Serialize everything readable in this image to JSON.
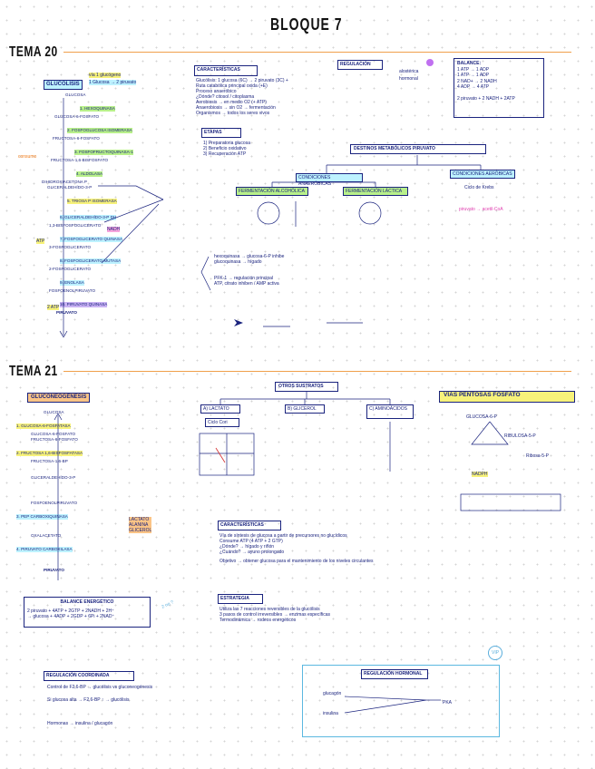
{
  "title": "BLOQUE 7",
  "tema20": {
    "heading": "TEMA 20",
    "glucolisis": {
      "title": "GLUCÓLISIS",
      "tag1": "vía 1 glucógeno",
      "tag2": "1 Glucosa → 2 piruvato",
      "steps": [
        "GLUCOSA",
        "1. HEXOQUINASA",
        "GLUCOSA-6-FOSFATO",
        "2. FOSFOGLUCOSA ISOMERASA",
        "FRUCTOSA-6-FOSFATO",
        "3. FOSFOFRUCTOQUINASA-1",
        "FRUCTOSA-1,6-BISFOSFATO",
        "4. ALDOLASA",
        "DIHIDROXIACETONA P",
        "GLICERALDEHÍDO-3-P",
        "5. TRIOSA P ISOMERASA",
        "6. GLICERALDEHÍDO-3-P DH",
        "1,3-BISFOSFOGLICERATO",
        "7. FOSFOGLICERATO QUINASA",
        "3-FOSFOGLICERATO",
        "8. FOSFOGLICERATO MUTASA",
        "2-FOSFOGLICERATO",
        "9. ENOLASA",
        "FOSFOENOLPIRUVATO",
        "10. PIRUVATO QUINASA",
        "PIRUVATO"
      ],
      "side_labels": [
        "consumo",
        "ATP",
        "NADH",
        "2 ATP"
      ]
    },
    "caracteristicas": {
      "title": "CARACTERÍSTICAS",
      "items": [
        "Glucólisis: 1 glucosa (6C) → 2 piruvato (3C) +",
        "Ruta catabólica principal oxida (+E)",
        "Proceso anaeróbico",
        "¿Dónde? citosol / citoplasma",
        "Aerobiosis → en medio O2 (+ ATP)",
        "Anaerobiosis → sin O2 → fermentación",
        "Organismos → todos los seres vivos"
      ]
    },
    "regulacion": {
      "title": "REGULACIÓN",
      "items": [
        "alostérica",
        "hormonal"
      ]
    },
    "balance": {
      "title": "BALANCE:",
      "items": [
        "1 ATP → 1 ADP",
        "1 ATP → 1 ADP",
        "2 NAD+ → 2 NADH",
        "4 ADP → 4 ATP",
        "2 piruvato + 2 NADH + 2ATP"
      ]
    },
    "etapas": {
      "title": "ETAPAS",
      "items": [
        "1) Preparatoria glucosa",
        "2) Beneficio oxidativo",
        "3) Recuperación ATP"
      ]
    },
    "destinos": {
      "title": "DESTINOS METABÓLICOS PIRUVATO",
      "sub": [
        "CONDICIONES ANAERÓBICAS",
        "FERMENTACIÓN ALCOHÓLICA",
        "FERMENTACIÓN LÁCTICA",
        "CONDICIONES AERÓBICAS"
      ],
      "extra": [
        "Ciclo de Krebs",
        "piruvato → acetil-CoA"
      ]
    },
    "notes": [
      "hexoquinasa → glucosa-6-P inhibe",
      "glucoquinasa → hígado",
      "PFK-1 → regulación principal",
      "ATP, citrato inhiben / AMP activa"
    ]
  },
  "tema21": {
    "heading": "TEMA 21",
    "gluconeogenesis": {
      "title": "GLUCONEOGÉNESIS",
      "steps": [
        "GLUCOSA",
        "1. GLUCOSA-6-FOSFATASA",
        "GLUCOSA-6-FOSFATO",
        "FRUCTOSA-6-FOSFATO",
        "2. FRUCTOSA 1,6-BISFOSFATASA",
        "FRUCTOSA-1,6-BP",
        "GLICERALDEHÍDO-3-P",
        "FOSFOENOLPIRUVATO",
        "3. PEP CARBOXIQUINASA",
        "OXALACETATO",
        "4. PIRUVATO CARBOXILASA",
        "PIRUVATO"
      ],
      "side": [
        "LACTATO",
        "ALANINA",
        "GLICEROL"
      ]
    },
    "otros": {
      "title": "OTROS SUSTRATOS",
      "cols": [
        "A) LACTATO",
        "B) GLICEROL",
        "C) AMINOÁCIDOS"
      ],
      "cori": "Ciclo Cori"
    },
    "pentosas": {
      "title": "VÍAS PENTOSAS FOSFATO",
      "items": [
        "GLUCOSA-6-P",
        "RIBULOSA-5-P",
        "NADPH",
        "Ribosa-5-P"
      ]
    },
    "caracteristicas": {
      "title": "CARACTERÍSTICAS",
      "items": [
        "Vía de síntesis de glucosa a partir de precursores no glucídicos",
        "Consume ATP (4 ATP + 2 GTP)",
        "¿Dónde? → hígado y riñón",
        "¿Cuándo? → ayuno prolongado",
        "Objetivo → obtener glucosa para el mantenimiento de los niveles circulantes"
      ]
    },
    "estrategia": {
      "title": "ESTRATEGIA",
      "items": [
        "Utiliza las 7 reacciones reversibles de la glucólisis",
        "3 pasos de control irreversibles → enzimas específicas",
        "Termodinámica → rodeos energéticos"
      ]
    },
    "balance": {
      "title": "BALANCE ENERGÉTICO",
      "lines": [
        "2 piruvato + 4ATP + 2GTP + 2NADH + 2H⁺",
        "→ glucosa + 4ADP + 2GDP + 6Pi + 2NAD⁺"
      ]
    },
    "regulacion": {
      "title": "REGULACIÓN COORDINADA",
      "items": [
        "Control de F2,6-BP → glucólisis vs gluconeogénesis",
        "Si glucosa alta → F2,6-BP ↑ → glucólisis",
        "Hormonas → insulina / glucagón"
      ]
    },
    "hormonal": {
      "title": "REGULACIÓN HORMONAL",
      "items": [
        "glucagón",
        "insulina",
        "PKA"
      ]
    },
    "doodles": [
      "2 no ?",
      "VIP"
    ]
  }
}
